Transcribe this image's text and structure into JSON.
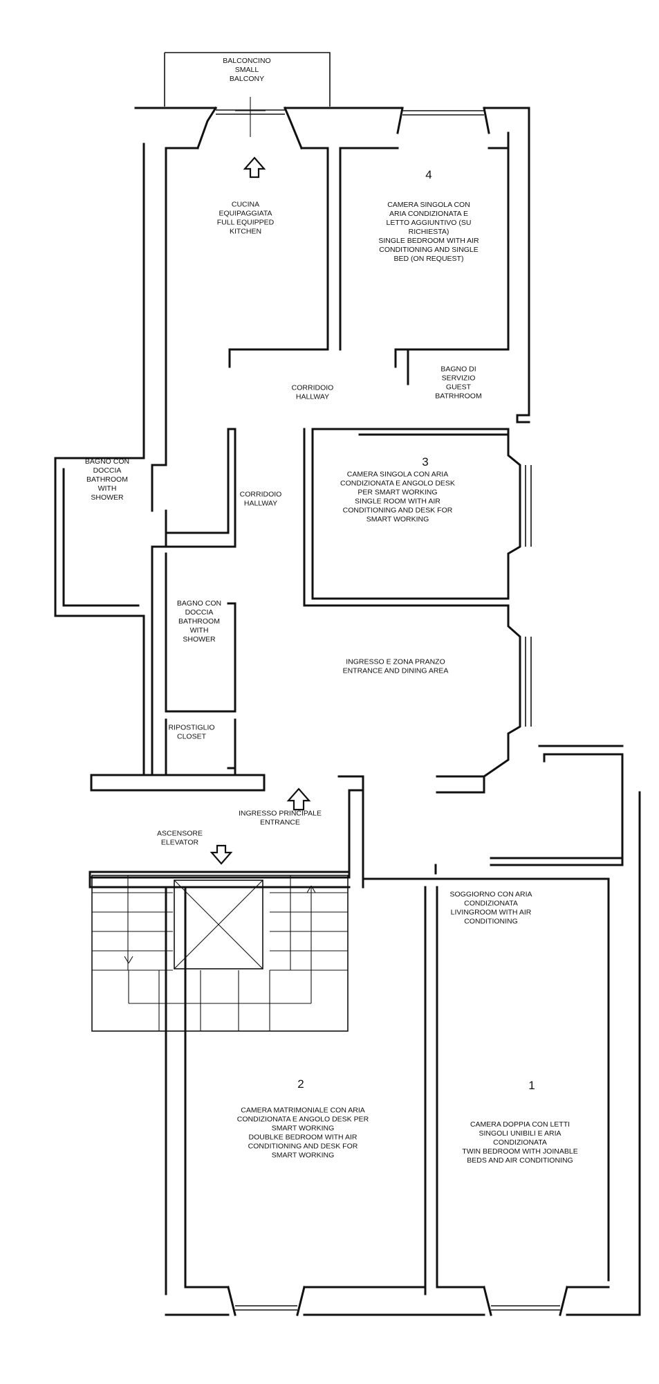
{
  "plan": {
    "rooms": [
      {
        "id": "balcony",
        "lines": [
          "BALCONCINO",
          "SMALL",
          "BALCONY"
        ]
      },
      {
        "id": "kitchen",
        "lines": [
          "CUCINA",
          "EQUIPAGGIATA",
          "FULL EQUIPPED",
          "KITCHEN"
        ]
      },
      {
        "id": "bedroom-4",
        "number": "4",
        "lines": [
          "CAMERA SINGOLA CON",
          "ARIA CONDIZIONATA E",
          "LETTO AGGIUNTIVO (SU",
          "RICHIESTA)",
          "SINGLE BEDROOM WITH AIR",
          "CONDITIONING AND SINGLE",
          "BED (ON REQUEST)"
        ]
      },
      {
        "id": "hallway-1",
        "lines": [
          "CORRIDOIO",
          "HALLWAY"
        ]
      },
      {
        "id": "guest-bath",
        "lines": [
          "BAGNO DI",
          "SERVIZIO",
          "GUEST",
          "BATRHROOM"
        ]
      },
      {
        "id": "bath-1",
        "lines": [
          "BAGNO CON",
          "DOCCIA",
          "BATHROOM",
          "WITH",
          "SHOWER"
        ]
      },
      {
        "id": "hallway-2",
        "lines": [
          "CORRIDOIO",
          "HALLWAY"
        ]
      },
      {
        "id": "bedroom-3",
        "number": "3",
        "lines": [
          "CAMERA SINGOLA CON ARIA",
          "CONDIZIONATA E ANGOLO  DESK",
          "PER SMART WORKING",
          "SINGLE ROOM WITH AIR",
          "CONDITIONING AND DESK FOR",
          "SMART WORKING"
        ]
      },
      {
        "id": "bath-2",
        "lines": [
          "BAGNO CON",
          "DOCCIA",
          "BATHROOM",
          "WITH",
          "SHOWER"
        ]
      },
      {
        "id": "entrance-dining",
        "lines": [
          "INGRESSO E ZONA PRANZO",
          "ENTRANCE AND DINING AREA"
        ]
      },
      {
        "id": "closet",
        "lines": [
          "RIPOSTIGLIO",
          "CLOSET"
        ]
      },
      {
        "id": "main-entrance",
        "lines": [
          "INGRESSO PRINCIPALE",
          "ENTRANCE"
        ]
      },
      {
        "id": "elevator",
        "lines": [
          "ASCENSORE",
          "ELEVATOR"
        ]
      },
      {
        "id": "living",
        "lines": [
          "SOGGIORNO CON ARIA",
          "CONDIZIONATA",
          "LIVINGROOM WITH AIR",
          "CONDITIONING"
        ]
      },
      {
        "id": "bedroom-2",
        "number": "2",
        "lines": [
          "CAMERA MATRIMONIALE CON ARIA",
          "CONDIZIONATA E ANGOLO DESK PER",
          "SMART WORKING",
          "DOUBLKE BEDROOM WITH AIR",
          "CONDITIONING AND DESK FOR",
          "SMART WORKING"
        ]
      },
      {
        "id": "bedroom-1",
        "number": "1",
        "lines": [
          "CAMERA DOPPIA CON LETTI",
          "SINGOLI UNIBILI E ARIA",
          "CONDIZIONATA",
          "TWIN BEDROOM WITH JOINABLE",
          "BEDS AND AIR CONDITIONING"
        ]
      }
    ]
  }
}
